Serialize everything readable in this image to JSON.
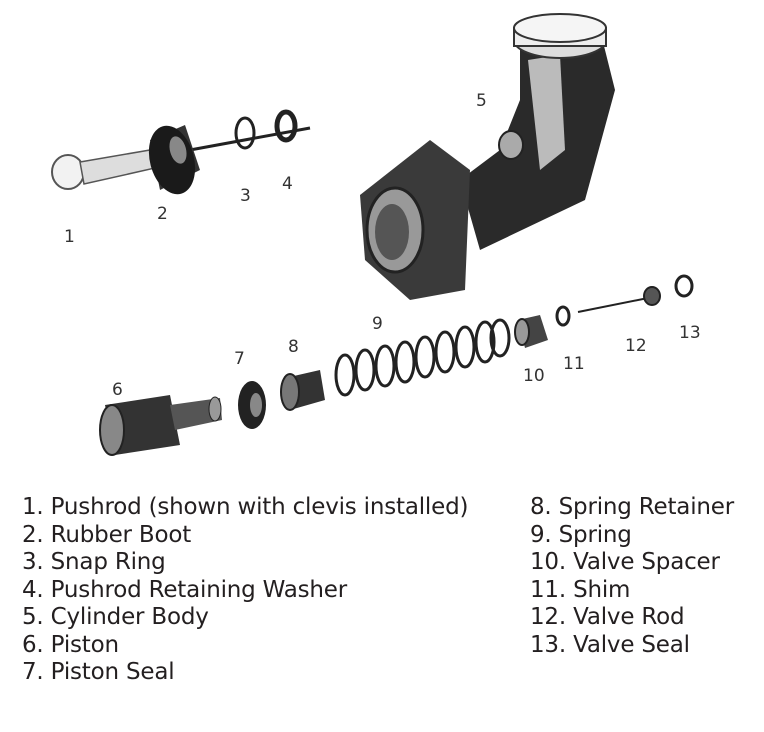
{
  "callouts": [
    "1",
    "2",
    "3",
    "4",
    "5",
    "6",
    "7",
    "8",
    "9",
    "10",
    "11",
    "12",
    "13"
  ],
  "legend_left": [
    "1.  Pushrod (shown with clevis installed)",
    "2.  Rubber Boot",
    "3.  Snap Ring",
    "4.  Pushrod Retaining Washer",
    "5.  Cylinder Body",
    "6.  Piston",
    "7.  Piston Seal"
  ],
  "legend_right": [
    "8.  Spring Retainer",
    "9.  Spring",
    "10.  Valve Spacer",
    "11.   Shim",
    "12.  Valve Rod",
    "13.  Valve Seal"
  ]
}
